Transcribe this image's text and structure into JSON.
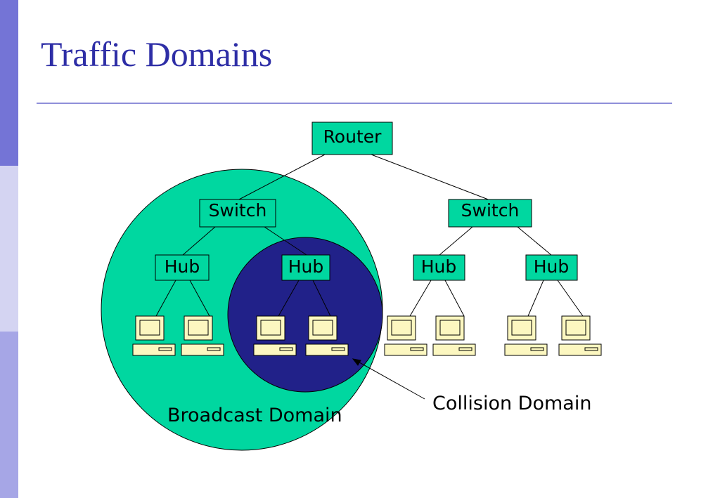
{
  "title": "Traffic Domains",
  "colors": {
    "accent_dark": "#7474d6",
    "accent_light": "#d4d4f2",
    "accent_mid": "#a6a6e6",
    "title": "#2e2ea6",
    "broadcast_fill": "#00d7a0",
    "collision_fill": "#212189",
    "device_fill": "#00d7a0",
    "computer_fill": "#fcf7c0"
  },
  "nodes": {
    "router": "Router",
    "switch_left": "Switch",
    "switch_right": "Switch",
    "hub_1": "Hub",
    "hub_2": "Hub",
    "hub_3": "Hub",
    "hub_4": "Hub"
  },
  "labels": {
    "broadcast_domain": "Broadcast Domain",
    "collision_domain": "Collision Domain"
  }
}
